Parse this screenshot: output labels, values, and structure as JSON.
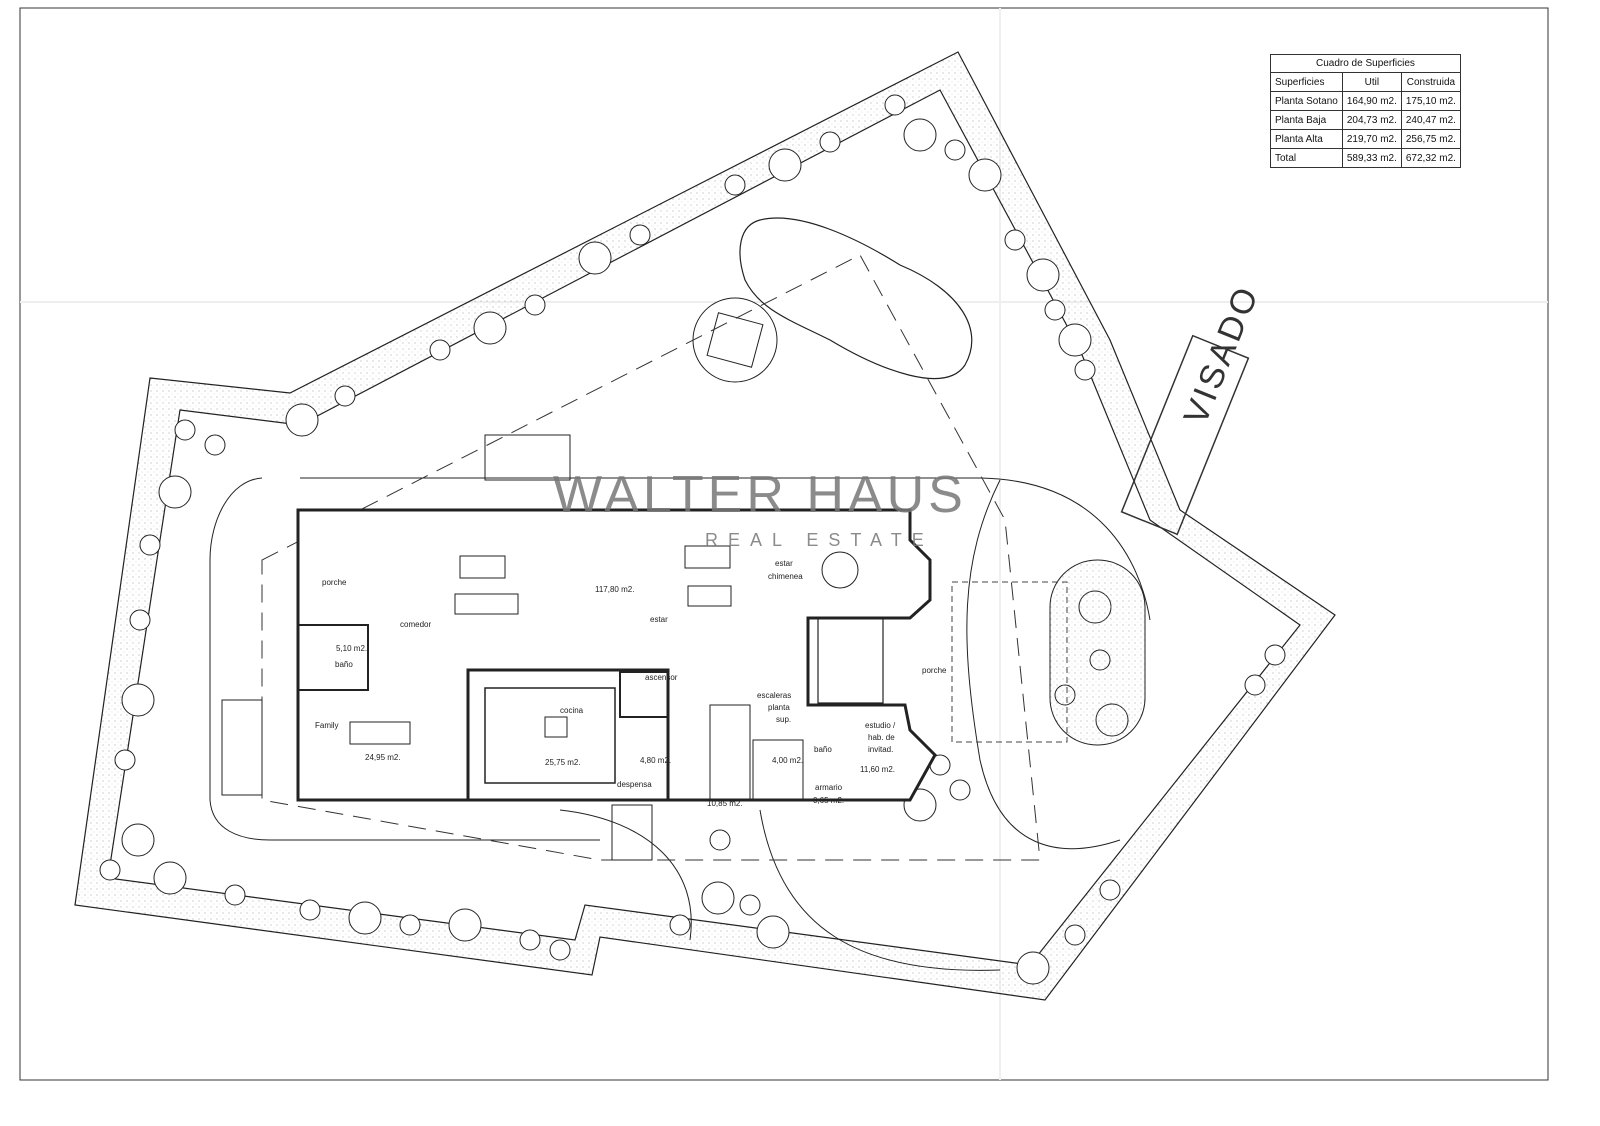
{
  "table": {
    "title": "Cuadro de Superficies",
    "headers": [
      "Superficies",
      "Util",
      "Construida"
    ],
    "rows": [
      [
        "Planta Sotano",
        "164,90 m2.",
        "175,10 m2."
      ],
      [
        "Planta Baja",
        "204,73 m2.",
        "240,47 m2."
      ],
      [
        "Planta Alta",
        "219,70 m2.",
        "256,75 m2."
      ],
      [
        "Total",
        "589,33 m2.",
        "672,32 m2."
      ]
    ]
  },
  "watermark": {
    "brand": "WALTER HAUS",
    "sub": "REAL ESTATE"
  },
  "stamp": {
    "text": "VISADO"
  },
  "rooms": {
    "porche_w": "porche",
    "comedor": "comedor",
    "bano1": "baño",
    "bano1_area": "5,10 m2.",
    "family": "Family",
    "family_area": "24,95 m2.",
    "estar_area": "117,80 m2.",
    "estar": "estar",
    "estar_chimenea_1": "estar",
    "estar_chimenea_2": "chimenea",
    "cocina": "cocina",
    "cocina_area": "25,75 m2.",
    "ascensor": "ascensor",
    "despensa": "despensa",
    "despensa_area": "4,80 m2.",
    "escaleras_1": "escaleras",
    "escaleras_2": "planta",
    "escaleras_3": "sup.",
    "stair_area": "10,85 m2.",
    "bano2": "baño",
    "bano2_area": "4,00 m2.",
    "armario": "armario",
    "armario_area": "0,65 m2.",
    "estudio_1": "estudio /",
    "estudio_2": "hab. de",
    "estudio_3": "invitad.",
    "estudio_area": "11,60 m2.",
    "porche_e": "porche"
  }
}
